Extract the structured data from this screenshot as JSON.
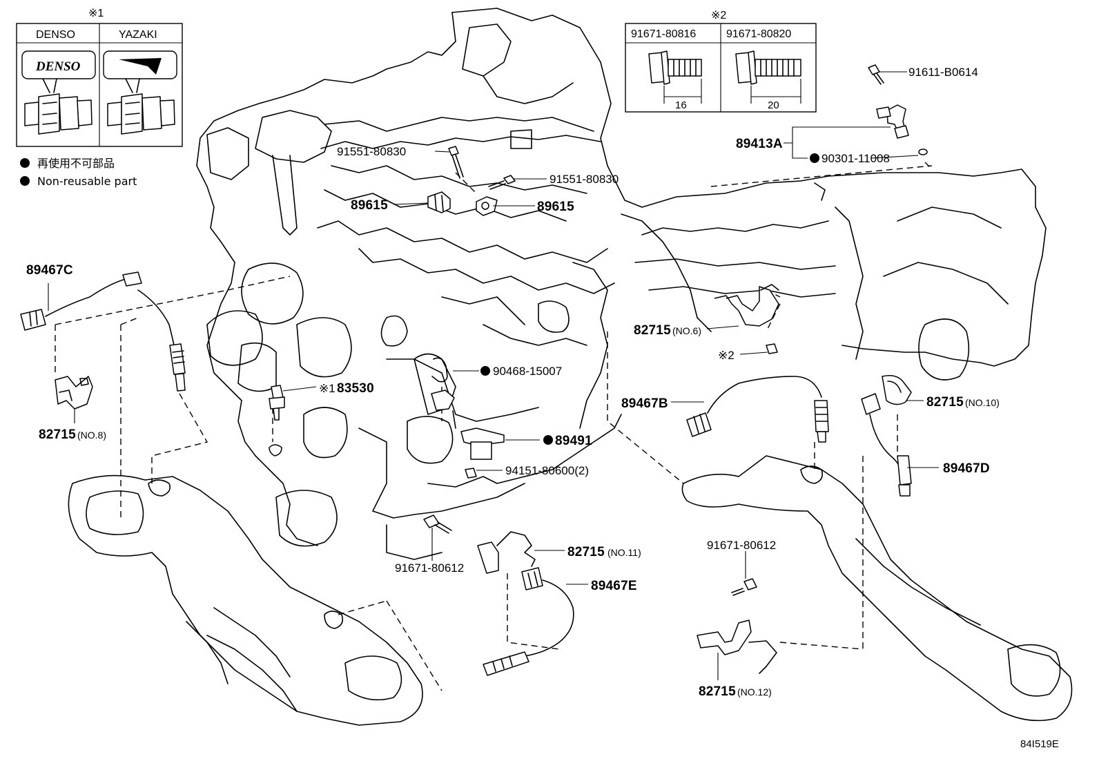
{
  "inset_1": {
    "mark": "※1",
    "col_a": "DENSO",
    "col_b": "YAZAKI",
    "brand_label": "DENSO"
  },
  "inset_2": {
    "mark": "※2",
    "col_a": "91671-80816",
    "col_b": "91671-80820",
    "dim_a": "16",
    "dim_b": "20"
  },
  "legend": {
    "line1": "再使用不可部品",
    "line2": "Non-reusable part"
  },
  "callouts": {
    "p91611": "91611-B0614",
    "p89413A": "89413A",
    "p90301": "90301-11008",
    "p91551a": "91551-80830",
    "p91551b": "91551-80830",
    "p89615a": "89615",
    "p89615b": "89615",
    "p89467C": "89467C",
    "p82715_no6": "82715",
    "p82715_no6_sub": "(NO.6)",
    "p_ref2": "※2",
    "p90468": "90468-15007",
    "p83530_mark": "※1",
    "p83530": "83530",
    "p82715_no8": "82715",
    "p82715_no8_sub": "(NO.8)",
    "p89467B": "89467B",
    "p82715_no10": "82715",
    "p82715_no10_sub": "(NO.10)",
    "p89491": "89491",
    "p94151": "94151-80600(2)",
    "p89467D": "89467D",
    "p91671a": "91671-80612",
    "p82715_no11": "82715",
    "p82715_no11_sub": "(NO.11)",
    "p89467E": "89467E",
    "p91671b": "91671-80612",
    "p82715_no12": "82715",
    "p82715_no12_sub": "(NO.12)"
  },
  "drawing_code": "84I519E"
}
